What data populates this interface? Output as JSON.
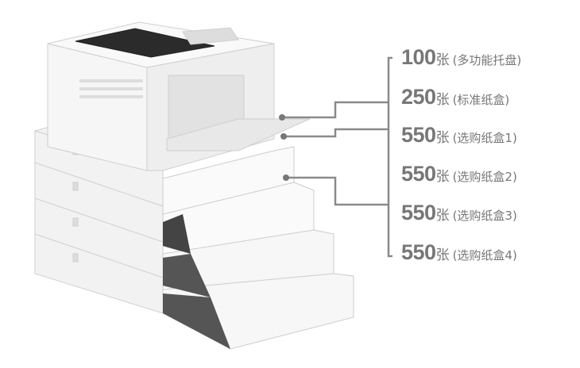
{
  "labels": [
    {
      "count": "100",
      "unit": "张",
      "desc": "(多功能托盘)"
    },
    {
      "count": "250",
      "unit": "张",
      "desc": "(标准纸盒)"
    },
    {
      "count": "550",
      "unit": "张",
      "desc": "(选购纸盒1)"
    },
    {
      "count": "550",
      "unit": "张",
      "desc": "(选购纸盒2)"
    },
    {
      "count": "550",
      "unit": "张",
      "desc": "(选购纸盒3)"
    },
    {
      "count": "550",
      "unit": "张",
      "desc": "(选购纸盒4)"
    }
  ],
  "colors": {
    "label": "#777777",
    "line": "#8a8a8a"
  }
}
